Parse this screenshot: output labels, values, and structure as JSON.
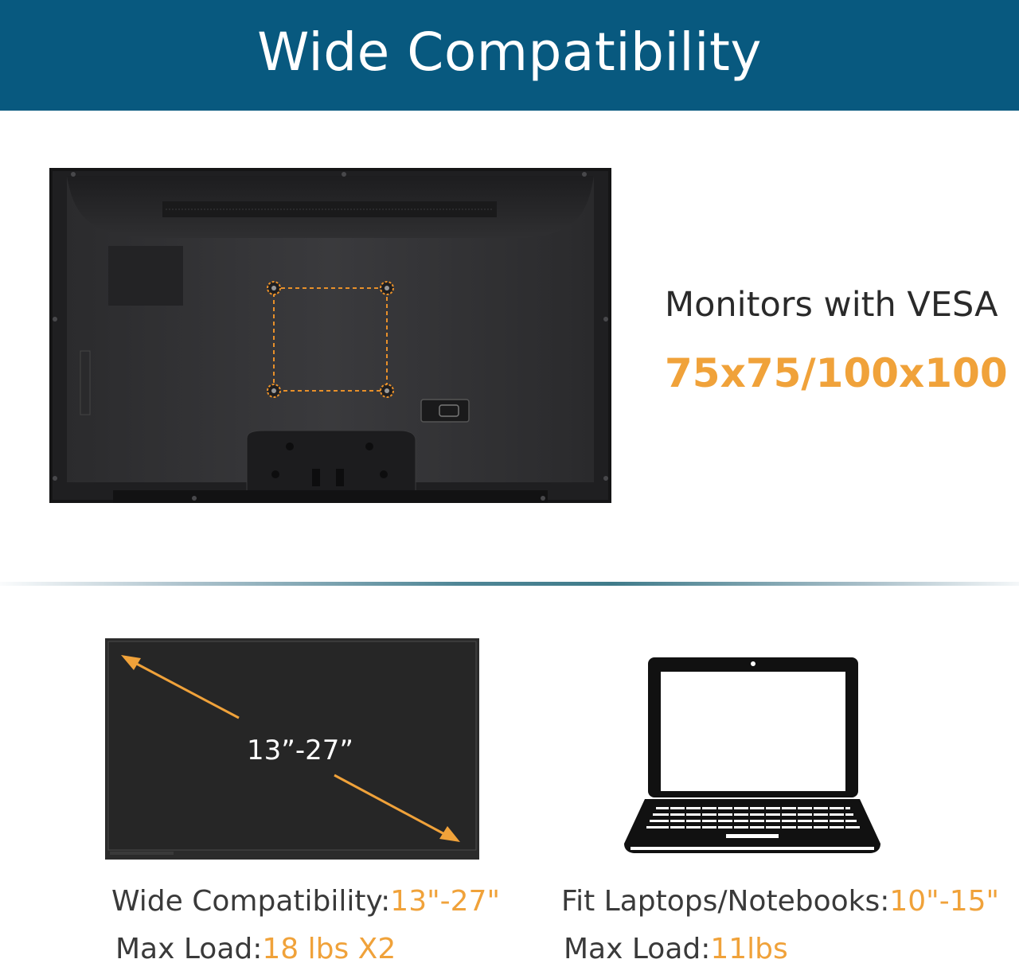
{
  "banner": {
    "title": "Wide Compatibility"
  },
  "vesa": {
    "line1": "Monitors with VESA",
    "line2": "75x75/100x100"
  },
  "screen": {
    "size_label": "13”-27”"
  },
  "captions": {
    "monitor_compat_label": "Wide Compatibility:",
    "monitor_compat_value": "13\"-27\"",
    "monitor_load_label": "Max Load:",
    "monitor_load_value": "18 lbs X2",
    "laptop_fit_label": "Fit Laptops/Notebooks:",
    "laptop_fit_value": "10\"-15\"",
    "laptop_load_label": "Max Load:",
    "laptop_load_value": "11lbs"
  },
  "colors": {
    "banner_blue": "#08597f",
    "accent_orange": "#f0a23a",
    "text_dark": "#3a3a3a"
  },
  "icons": [
    "monitor-back-illustration",
    "vesa-mount-pattern",
    "screen-diagonal-arrow",
    "laptop-icon"
  ]
}
